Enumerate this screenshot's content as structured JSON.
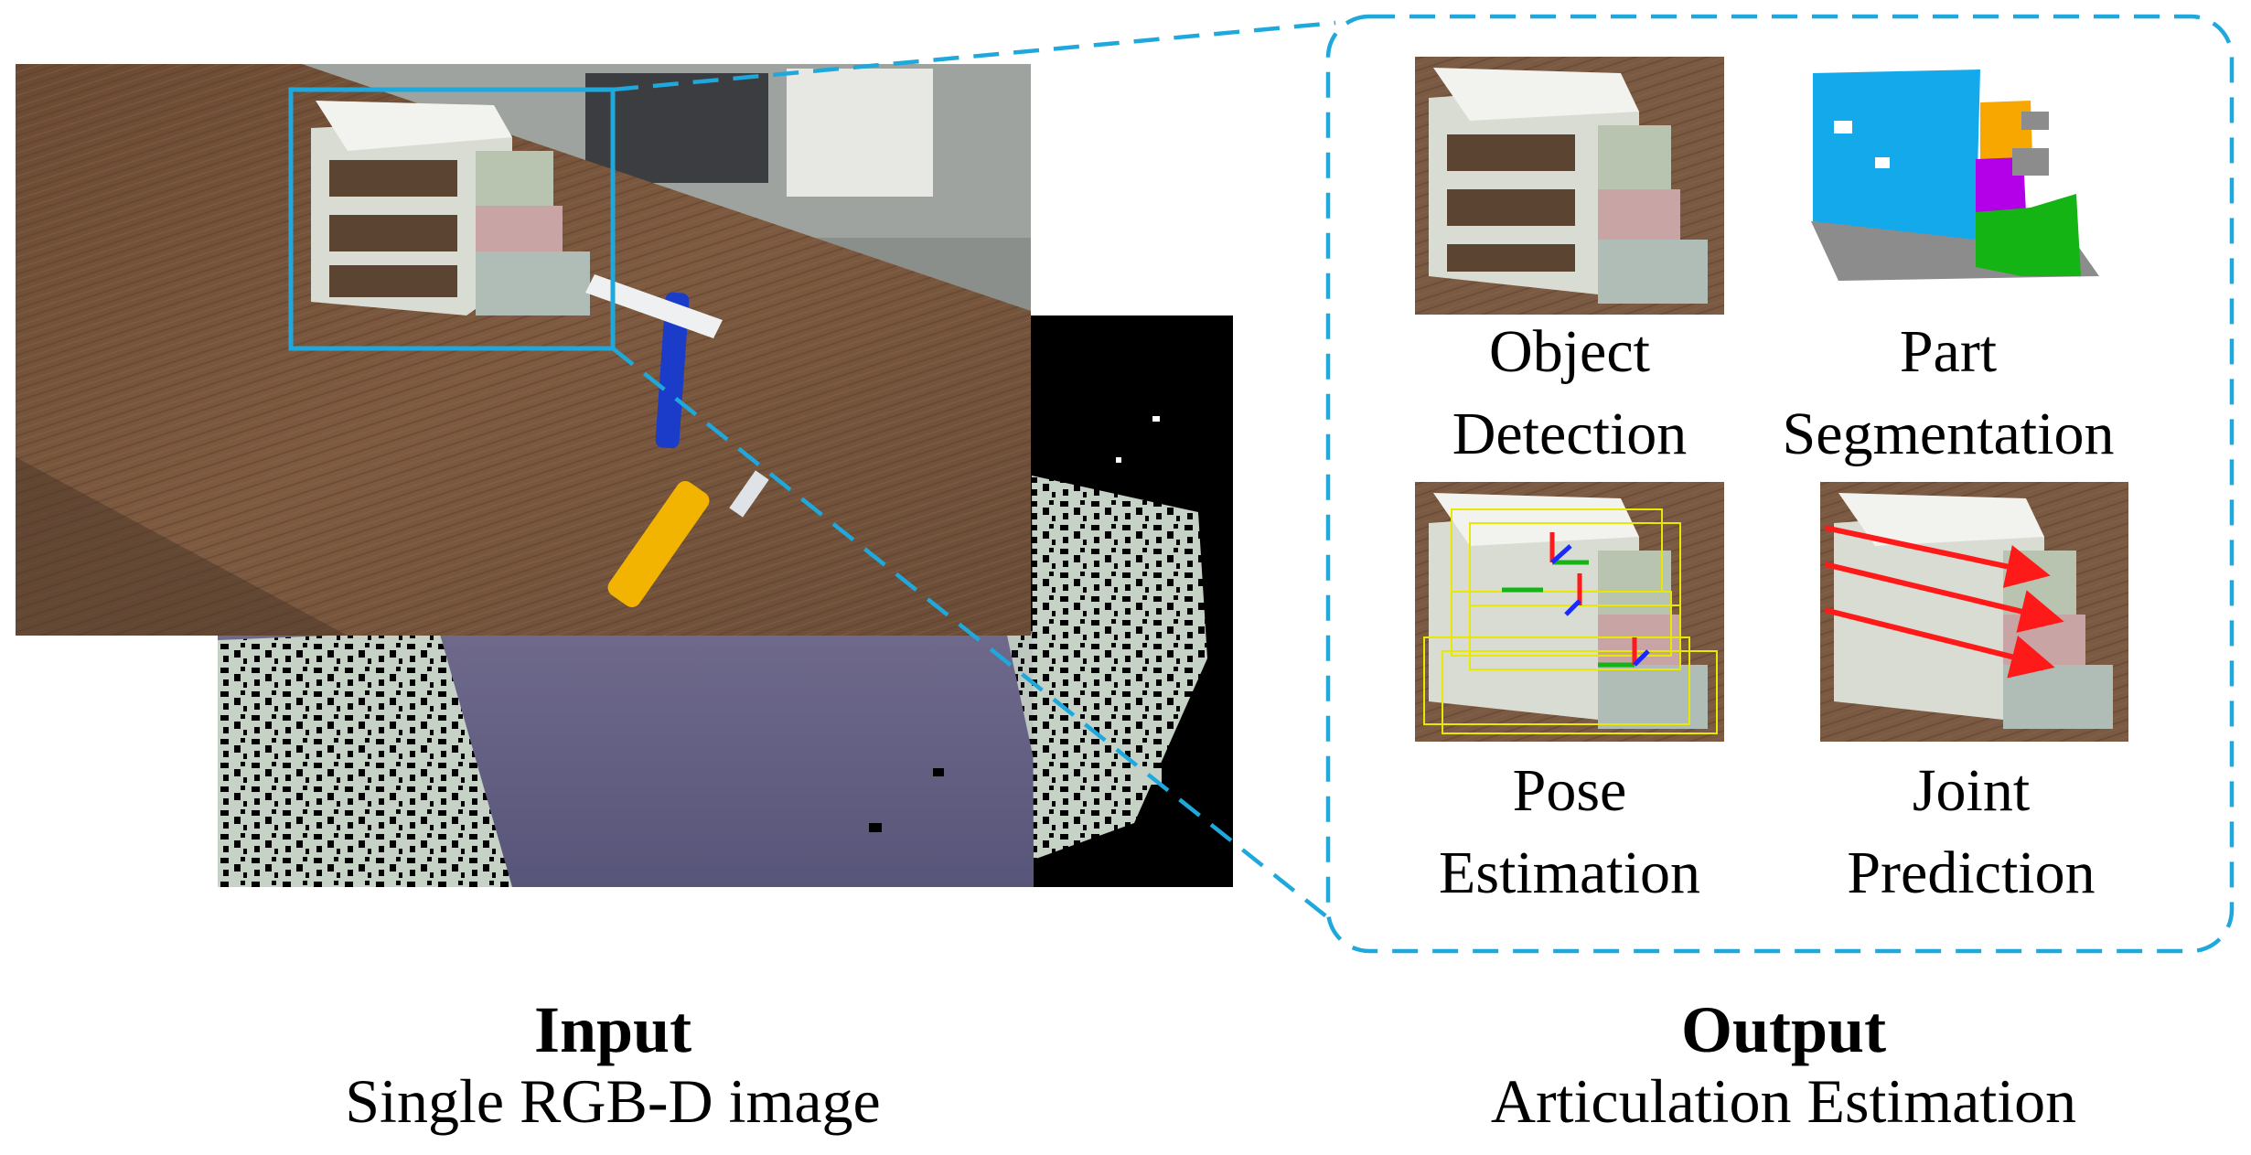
{
  "input": {
    "title": "Input",
    "subtitle": "Single RGB-D image"
  },
  "output": {
    "title": "Output",
    "subtitle": "Articulation Estimation",
    "tasks": [
      {
        "line1": "Object",
        "line2": "Detection"
      },
      {
        "line1": "Part",
        "line2": "Segmentation"
      },
      {
        "line1": "Pose",
        "line2": "Estimation"
      },
      {
        "line1": "Joint",
        "line2": "Prediction"
      }
    ]
  },
  "colors": {
    "accent": "#1fa8dc",
    "part_blue": "#14a9ea",
    "part_orange": "#f7a700",
    "part_purple": "#b400e8",
    "part_green": "#14b414",
    "arrow_red": "#ff1a1a",
    "box_yellow": "#e8e800"
  }
}
